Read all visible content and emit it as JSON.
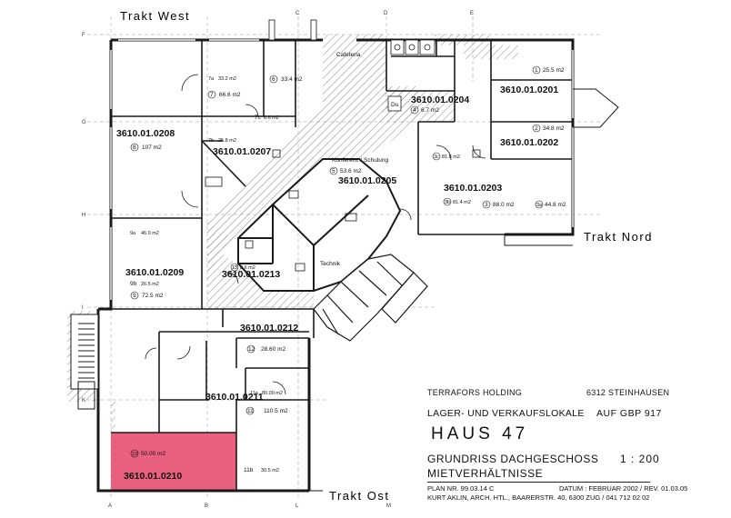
{
  "wings": {
    "west": "Trakt West",
    "nord": "Trakt Nord",
    "ost": "Trakt Ost"
  },
  "grid_labels": [
    "A",
    "B",
    "C",
    "D",
    "E",
    "F",
    "G",
    "H",
    "I",
    "K",
    "L",
    "M"
  ],
  "units": [
    {
      "id": "3610.01.0201"
    },
    {
      "id": "3610.01.0202"
    },
    {
      "id": "3610.01.0203"
    },
    {
      "id": "3610.01.0204"
    },
    {
      "id": "3610.01.0205"
    },
    {
      "id": "3610.01.0207"
    },
    {
      "id": "3610.01.0208"
    },
    {
      "id": "3610.01.0209"
    },
    {
      "id": "3610.01.0210",
      "highlighted": true
    },
    {
      "id": "3610.01.0211"
    },
    {
      "id": "3610.01.0212"
    },
    {
      "id": "3610.01.0213"
    }
  ],
  "rooms": [
    {
      "no": "1",
      "area": "25.5 m2"
    },
    {
      "no": "2",
      "area": "34.8 m2"
    },
    {
      "no": "3",
      "area": "88.0 m2"
    },
    {
      "no": "3a",
      "area": "44.8 m2"
    },
    {
      "no": "3b",
      "area": "81.4 m2"
    },
    {
      "no": "3c",
      "area": "81.8 m2"
    },
    {
      "no": "4",
      "area": "6.7 m2"
    },
    {
      "no": "5",
      "area": "53.6 m2"
    },
    {
      "no": "6",
      "area": "33.4 m2"
    },
    {
      "no": "7",
      "area": "66.6 m2"
    },
    {
      "no": "7a",
      "area": "33.2 m2"
    },
    {
      "no": "7b",
      "area": "25.8 m2"
    },
    {
      "no": "7c",
      "area": "6.6 m2"
    },
    {
      "no": "8",
      "area": "107 m2"
    },
    {
      "no": "9",
      "area": "72.5 m2"
    },
    {
      "no": "9a",
      "area": "46.0 m2"
    },
    {
      "no": "9b",
      "area": "26.5 m2"
    },
    {
      "no": "10",
      "area": "50.00 m2"
    },
    {
      "no": "11",
      "area": "110.5 m2"
    },
    {
      "no": "11a",
      "area": "80.00 m2"
    },
    {
      "no": "11b",
      "area": "30.5 m2"
    },
    {
      "no": "12",
      "area": "28.60 m2"
    },
    {
      "no": "13",
      "area": "8.6 m2"
    }
  ],
  "room_labels": {
    "cafeteria": "Cafeteria",
    "conference": "Konferenz / Schulung",
    "technik": "Technik",
    "du": "Du"
  },
  "title_block": {
    "company": "TERRAFORS HOLDING",
    "location": "6312 STEINHAUSEN",
    "subtitle": "LAGER- UND VERKAUFSLOKALE",
    "plot": "AUF GBP 917",
    "house": "HAUS 47",
    "plan_type": "GRUNDRISS DACHGESCHOSS",
    "scale": "1 : 200",
    "lease": "MIETVERHÄLTNISSE",
    "plan_no": "PLAN NR. 99.03.14 C",
    "date": "DATUM : FEBRUAR 2002  /  REV. 01.03.05",
    "author": "KURT AKLIN, ARCH. HTL., BAARERSTR. 40, 6300 ZUG / 041 712 02 02"
  },
  "colors": {
    "highlight": "#e8607e",
    "wall": "#1a1a1a",
    "hatch": "#888888"
  }
}
